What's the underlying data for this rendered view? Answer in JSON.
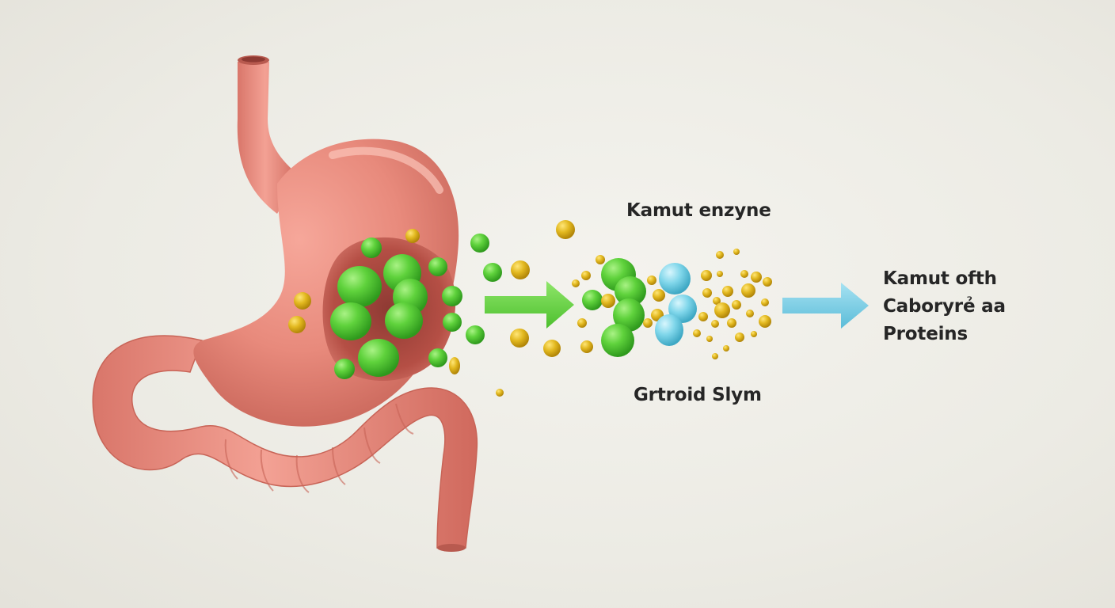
{
  "labels": {
    "enzyme": "Kamut enzyne",
    "system": "Grtroid Slym",
    "result_line1": "Kamut ofth",
    "result_line2": "Caboryrẻ aa",
    "result_line3": "Proteins"
  },
  "colors": {
    "background": "#eeede6",
    "stomach": "#e88a7c",
    "stomach_dark": "#c9665a",
    "cavity": "#b54f45",
    "green_particle": "#5fd23c",
    "yellow_particle": "#e2b81f",
    "blue_particle": "#7fd6ea",
    "green_arrow": "#6cd84a",
    "blue_arrow": "#7ccfe6",
    "text": "#262626"
  },
  "icons": {
    "stomach": "stomach-illustration",
    "arrow_1": "right-arrow-green",
    "arrow_2": "right-arrow-blue"
  }
}
